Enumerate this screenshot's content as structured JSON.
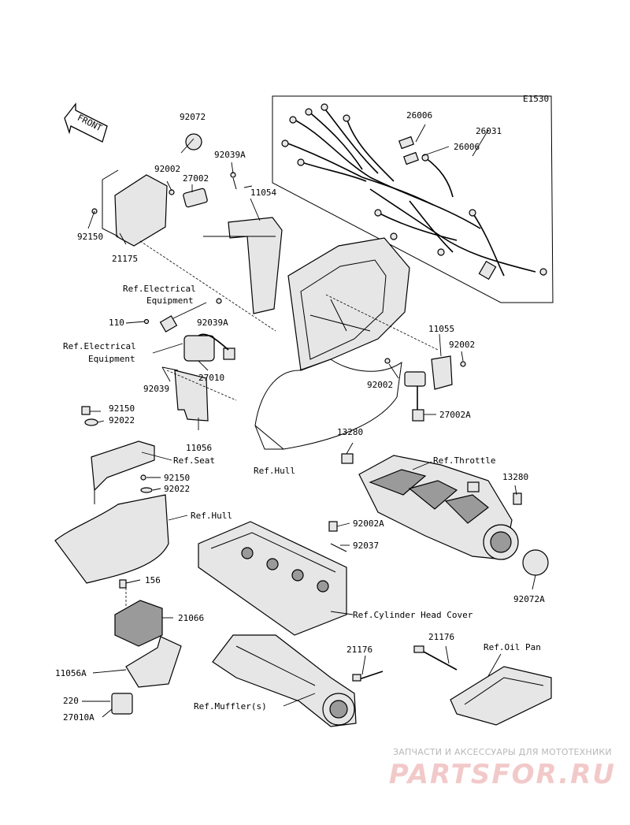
{
  "diagram_code": "E1530",
  "front_label": "FRONT",
  "labels": {
    "p92072": "92072",
    "p92039A_top": "92039A",
    "p92002_top": "92002",
    "p27002": "27002",
    "p11054": "11054",
    "p92150_top": "92150",
    "p21175": "21175",
    "p26031": "26031",
    "p26006_a": "26006",
    "p26006_b": "26006",
    "ref_elec_1a": "Ref.Electrical",
    "ref_elec_1b": "Equipment",
    "p110": "110",
    "p92039A_mid": "92039A",
    "ref_elec_2a": "Ref.Electrical",
    "ref_elec_2b": "Equipment",
    "p27010": "27010",
    "p92039": "92039",
    "p11055": "11055",
    "p92002_r1": "92002",
    "p92002_r2": "92002",
    "p27002A": "27002A",
    "p92150_a": "92150",
    "p92022_a": "92022",
    "p11056": "11056",
    "ref_seat": "Ref.Seat",
    "p92150_b": "92150",
    "p92022_b": "92022",
    "ref_hull_1": "Ref.Hull",
    "ref_hull_2": "Ref.Hull",
    "p13280_a": "13280",
    "ref_throttle": "Ref.Throttle",
    "p13280_b": "13280",
    "p92002A": "92002A",
    "p92037": "92037",
    "p92072A": "92072A",
    "p156": "156",
    "p21066": "21066",
    "ref_cyl_head": "Ref.Cylinder Head Cover",
    "p21176_a": "21176",
    "p21176_b": "21176",
    "ref_oil_pan": "Ref.Oil Pan",
    "p11056A": "11056A",
    "p220": "220",
    "p27010A": "27010A",
    "ref_muffler": "Ref.Muffler(s)"
  },
  "watermark": {
    "caption": "ЗАПЧАСТИ И АКСЕССУАРЫ ДЛЯ МОТОТЕХНИКИ",
    "logo": "PARTSFOR.RU"
  }
}
